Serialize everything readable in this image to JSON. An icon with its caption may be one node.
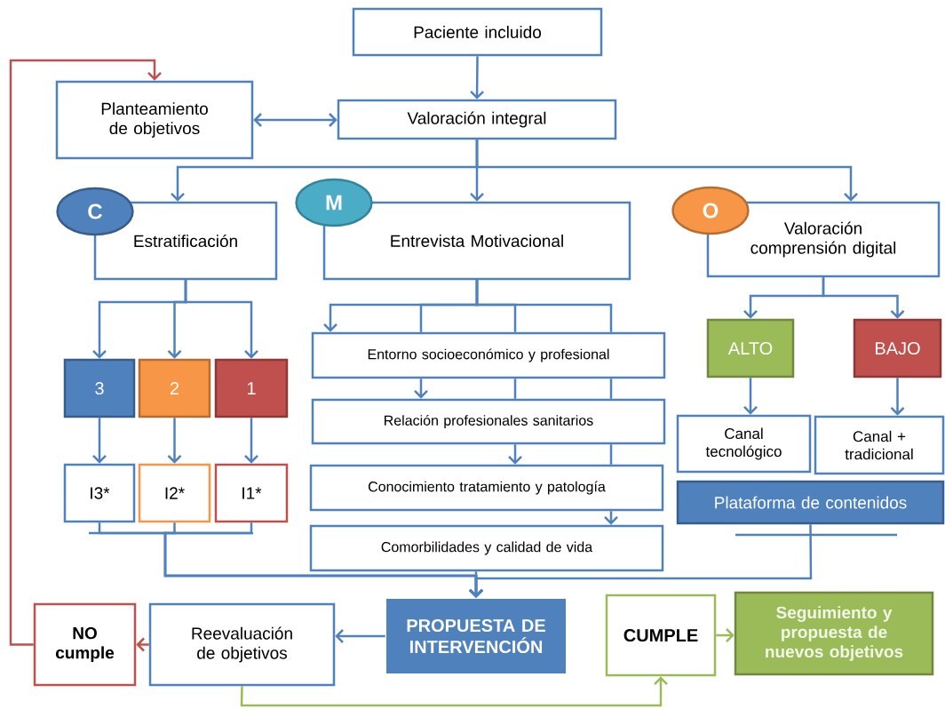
{
  "diagram": {
    "nodes": [
      {
        "text": [
          "Paciente incluido"
        ]
      },
      {
        "text": [
          "Planteamiento de objetivos"
        ]
      },
      {
        "text": [
          "Valoración integral"
        ]
      },
      {
        "text": [
          "C"
        ]
      },
      {
        "text": [
          "Estratificación"
        ]
      },
      {
        "text": [
          "M"
        ]
      },
      {
        "text": [
          "Entrevista Motivacional"
        ]
      },
      {
        "text": [
          "O"
        ]
      },
      {
        "text": [
          "Valoración comprensión digital"
        ]
      },
      {
        "text": [
          "3"
        ]
      },
      {
        "text": [
          "2"
        ]
      },
      {
        "text": [
          "1"
        ]
      },
      {
        "text": [
          "I3*"
        ]
      },
      {
        "text": [
          "I2*"
        ]
      },
      {
        "text": [
          "I1*"
        ]
      },
      {
        "text": [
          "Entorno socioeconómico y profesional"
        ]
      },
      {
        "text": [
          "Relación profesionales sanitarios"
        ]
      },
      {
        "text": [
          "Conocimiento tratamiento y patología"
        ]
      },
      {
        "text": [
          "Comorbilidades y calidad de vida"
        ]
      },
      {
        "text": [
          "ALTO"
        ]
      },
      {
        "text": [
          "BAJO"
        ]
      },
      {
        "text": [
          "Canal tecnológico"
        ]
      },
      {
        "text": [
          "Canal + tradicional"
        ]
      },
      {
        "text": [
          "Plataforma de contenidos"
        ]
      },
      {
        "text": [
          "PROPUESTA DE INTERVENCIÓN"
        ]
      },
      {
        "text": [
          "Reevaluación de objetivos"
        ]
      },
      {
        "text": [
          "NO cumple"
        ]
      },
      {
        "text": [
          "CUMPLE"
        ]
      },
      {
        "text": [
          "Seguimiento y propuesta de nuevos objetivos"
        ]
      }
    ],
    "edges": [
      {
        "from": 0,
        "to": 2,
        "arrow": "to"
      },
      {
        "from": 1,
        "to": 2,
        "arrow": "both"
      },
      {
        "from": 2,
        "to": 4,
        "arrow": "to"
      },
      {
        "from": 2,
        "to": 6,
        "arrow": "to"
      },
      {
        "from": 2,
        "to": 8,
        "arrow": "to"
      },
      {
        "from": 4,
        "to": 9,
        "arrow": "to"
      },
      {
        "from": 4,
        "to": 10,
        "arrow": "to"
      },
      {
        "from": 4,
        "to": 11,
        "arrow": "to"
      },
      {
        "from": 9,
        "to": 12,
        "arrow": "to"
      },
      {
        "from": 10,
        "to": 13,
        "arrow": "to"
      },
      {
        "from": 11,
        "to": 14,
        "arrow": "to"
      },
      {
        "from": 6,
        "to": 15,
        "arrow": "to"
      },
      {
        "from": 6,
        "to": 15,
        "arrow": "none"
      },
      {
        "from": 6,
        "to": 15,
        "arrow": "none"
      },
      {
        "from": 6,
        "to": 15,
        "arrow": "none"
      },
      {
        "from": 15,
        "to": 16,
        "arrow": "to"
      },
      {
        "from": 15,
        "to": 16,
        "arrow": "none"
      },
      {
        "from": 15,
        "to": 16,
        "arrow": "none"
      },
      {
        "from": 16,
        "to": 17,
        "arrow": "to"
      },
      {
        "from": 16,
        "to": 17,
        "arrow": "none"
      },
      {
        "from": 17,
        "to": 18,
        "arrow": "to"
      },
      {
        "from": 8,
        "to": 19,
        "arrow": "to"
      },
      {
        "from": 8,
        "to": 20,
        "arrow": "to"
      },
      {
        "from": 19,
        "to": 21,
        "arrow": "to"
      },
      {
        "from": 20,
        "to": 22,
        "arrow": "to"
      },
      {
        "from": 12,
        "to": 24,
        "arrow": "to"
      },
      {
        "from": 13,
        "to": 24,
        "arrow": "to"
      },
      {
        "from": 14,
        "to": 24,
        "arrow": "to"
      },
      {
        "from": 18,
        "to": 24,
        "arrow": "to"
      },
      {
        "from": 23,
        "to": 24,
        "arrow": "to"
      },
      {
        "from": 24,
        "to": 25,
        "arrow": "to"
      },
      {
        "from": 25,
        "to": 26,
        "arrow": "to",
        "color": "#c0504d"
      },
      {
        "from": 26,
        "to": 1,
        "arrow": "to",
        "color": "#c0504d"
      },
      {
        "from": 25,
        "to": 27,
        "arrow": "to",
        "color": "#9bbb59"
      },
      {
        "from": 27,
        "to": 28,
        "arrow": "to",
        "color": "#9bbb59"
      }
    ]
  }
}
